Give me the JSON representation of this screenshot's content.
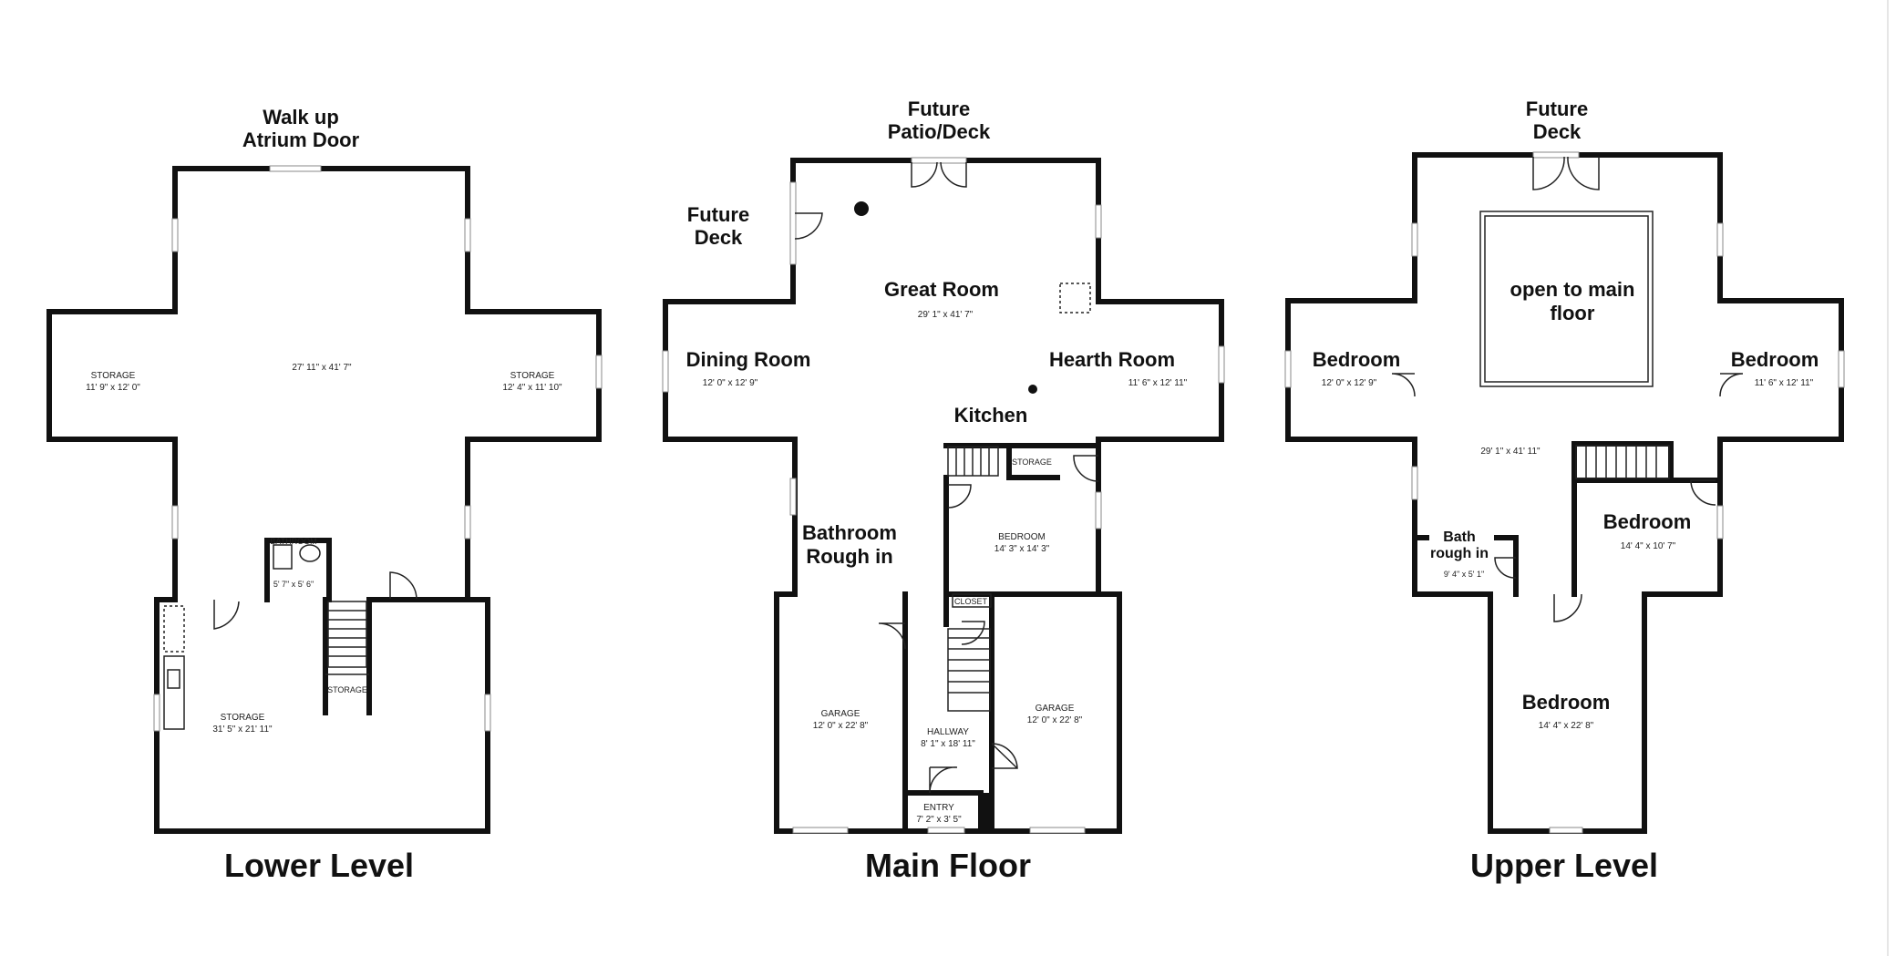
{
  "lower": {
    "title": "Lower Level",
    "walkup_line1": "Walk up",
    "walkup_line2": "Atrium Door",
    "storage_left": "STORAGE",
    "storage_left_dim": "11' 9\" x 12' 0\"",
    "center_dim": "27' 11\" x 41' 7\"",
    "storage_right": "STORAGE",
    "storage_right_dim": "12' 4\" x 11' 10\"",
    "bathroom": "BATHROOM",
    "bathroom_dim": "5' 7\" x 5' 6\"",
    "storage_small": "STORAGE",
    "storage_big": "STORAGE",
    "storage_big_dim": "31' 5\" x 21' 11\""
  },
  "main": {
    "title": "Main Floor",
    "future_patio1": "Future",
    "future_patio2": "Patio/Deck",
    "future_deck1": "Future",
    "future_deck2": "Deck",
    "great_room": "Great Room",
    "great_room_dim": "29' 1\" x 41' 7\"",
    "dining_room": "Dining Room",
    "dining_room_dim": "12' 0\" x 12' 9\"",
    "hearth_room": "Hearth Room",
    "hearth_room_dim": "11' 6\" x 12' 11\"",
    "kitchen": "Kitchen",
    "storage": "STORAGE",
    "bedroom": "BEDROOM",
    "bedroom_dim": "14' 3\" x 14' 3\"",
    "bath_rough1": "Bathroom",
    "bath_rough2": "Rough in",
    "closet": "CLOSET",
    "garage_left": "GARAGE",
    "garage_left_dim": "12' 0\" x 22' 8\"",
    "hallway": "HALLWAY",
    "hallway_dim": "8' 1\" x 18' 11\"",
    "garage_right": "GARAGE",
    "garage_right_dim": "12' 0\" x 22' 8\"",
    "entry": "ENTRY",
    "entry_dim": "7' 2\" x 3' 5\""
  },
  "upper": {
    "title": "Upper Level",
    "future_deck1": "Future",
    "future_deck2": "Deck",
    "open1": "open to main",
    "open2": "floor",
    "bedroom_left": "Bedroom",
    "bedroom_left_dim": "12' 0\" x 12' 9\"",
    "bedroom_right": "Bedroom",
    "bedroom_right_dim": "11' 6\" x 12' 11\"",
    "center_dim": "29' 1\" x 41' 11\"",
    "bath1": "Bath",
    "bath2": "rough in",
    "bath_dim": "9' 4\" x 5' 1\"",
    "bedroom_mid": "Bedroom",
    "bedroom_mid_dim": "14' 4\" x 10' 7\"",
    "bedroom_bottom": "Bedroom",
    "bedroom_bottom_dim": "14' 4\" x 22' 8\""
  }
}
